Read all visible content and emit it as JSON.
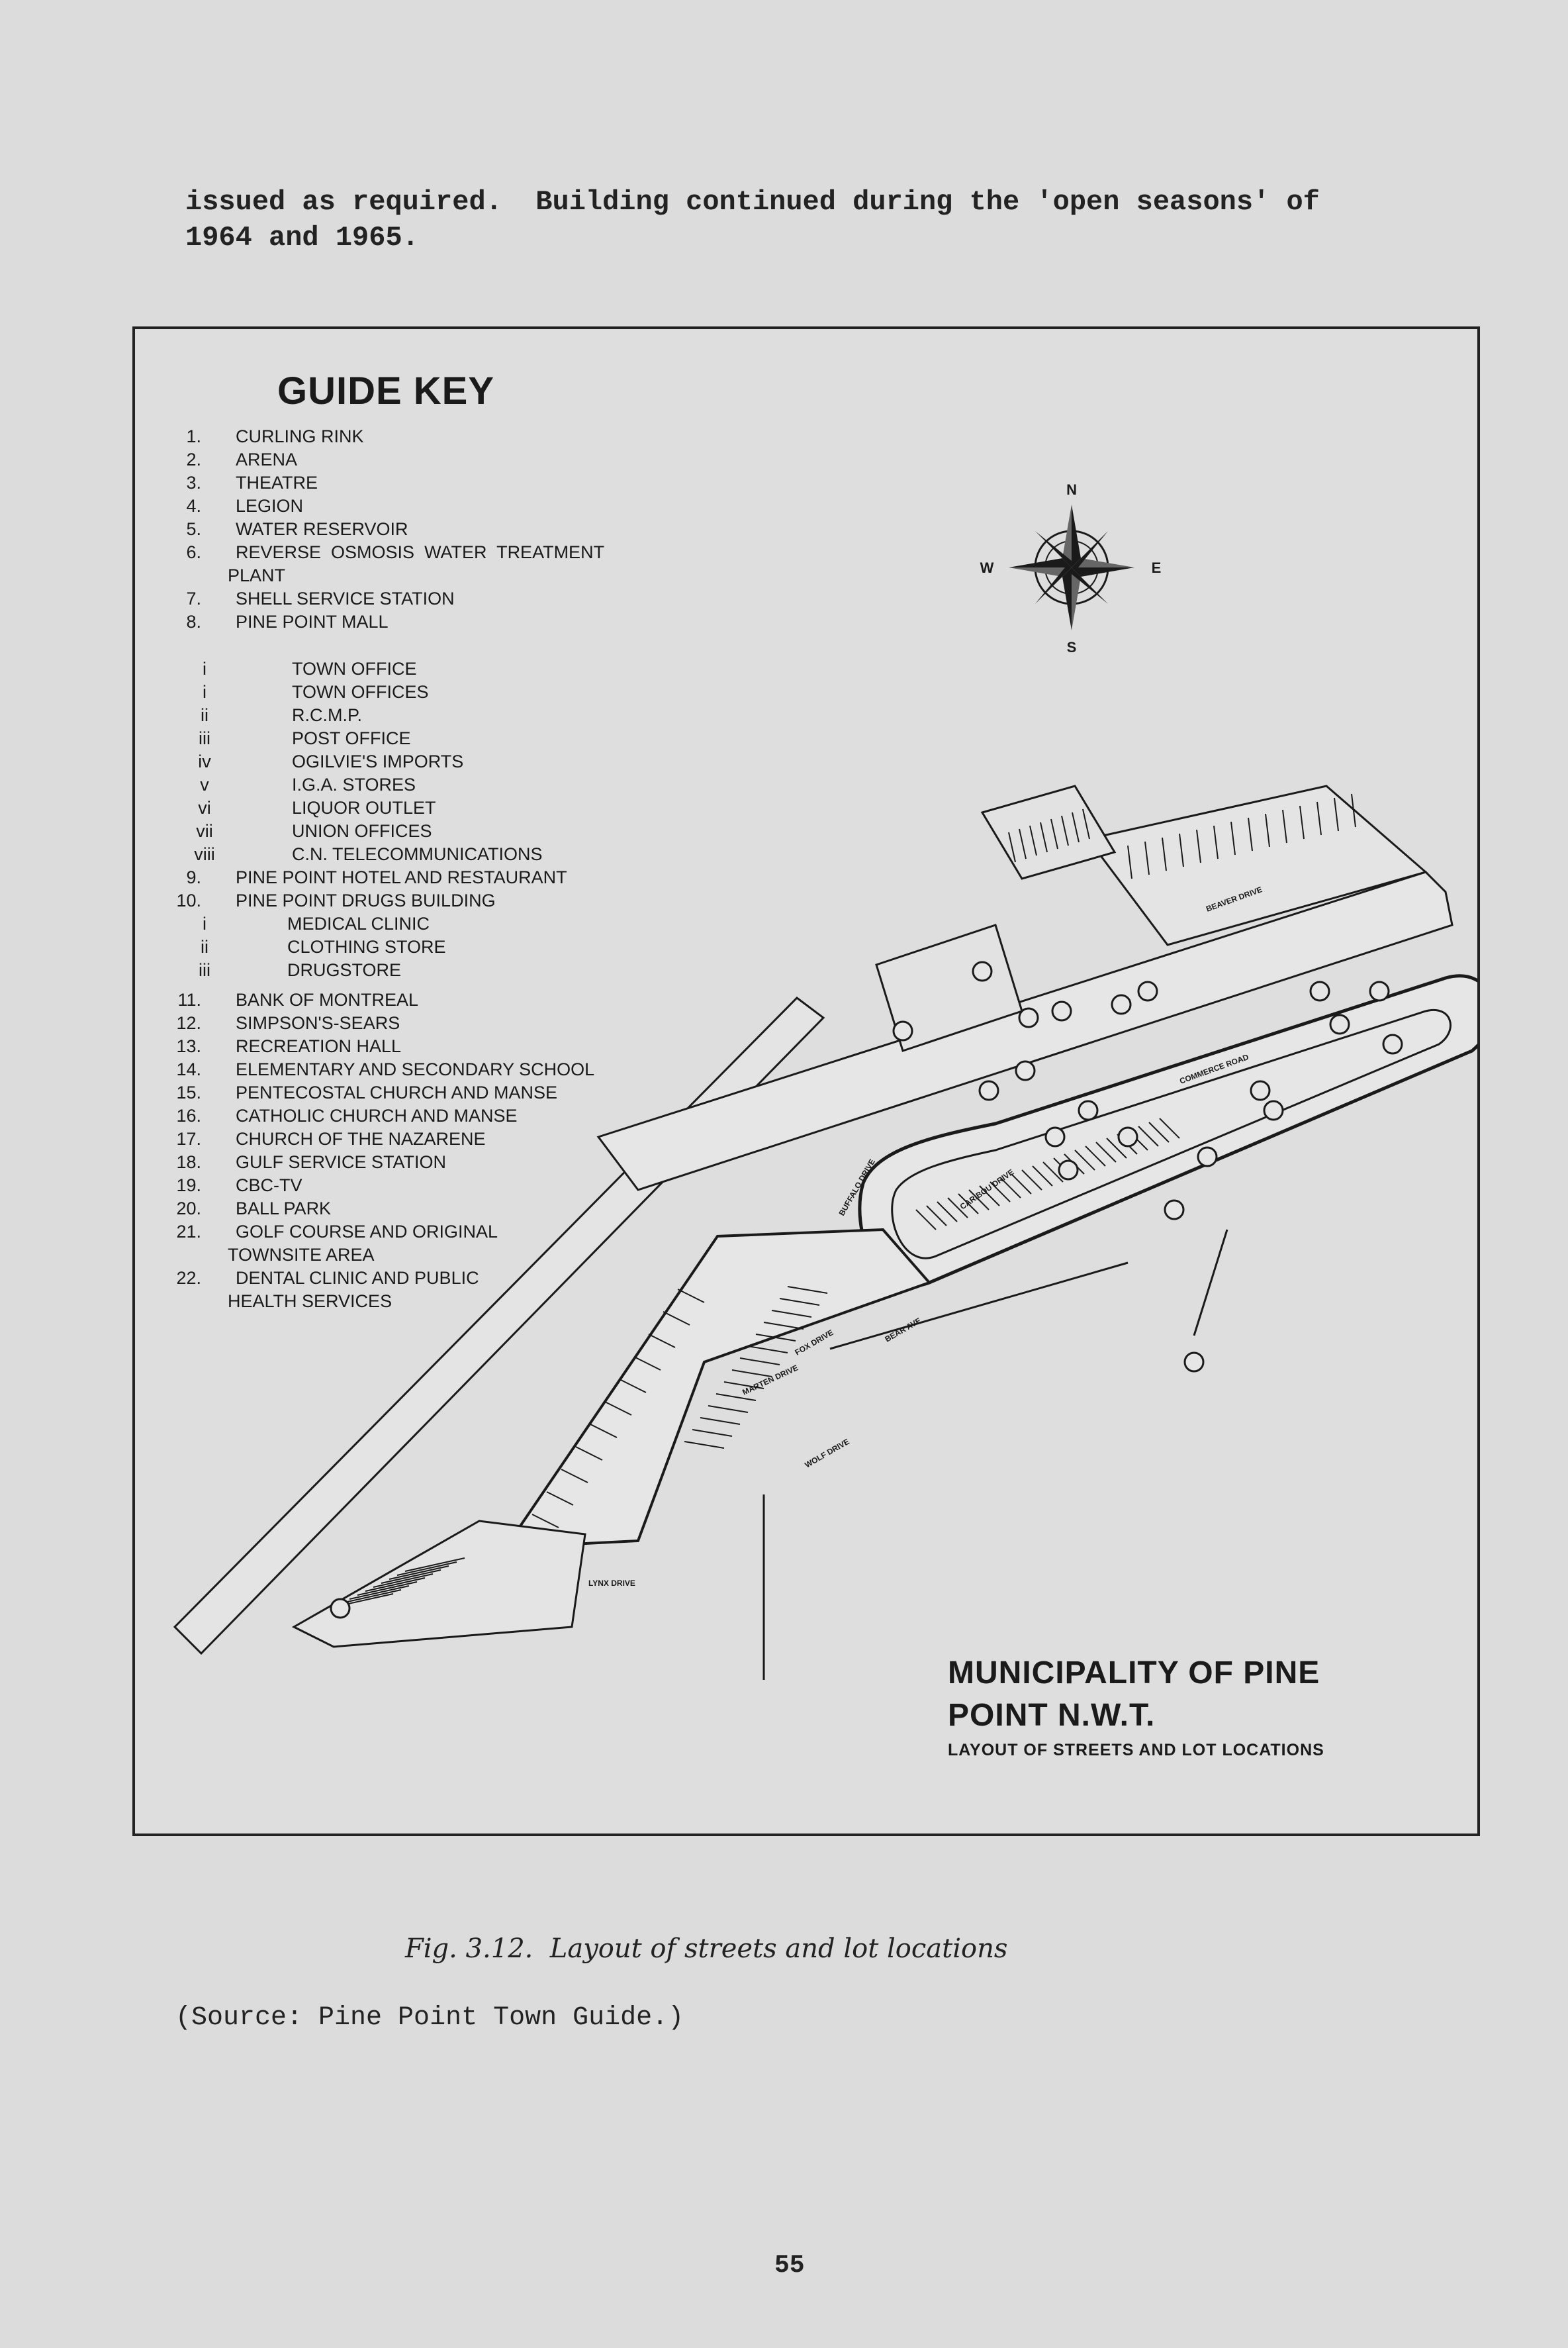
{
  "intro": {
    "line1": "issued as required.  Building continued during the 'open seasons' of",
    "line2": "1964 and 1965."
  },
  "guide_key": {
    "title": "GUIDE KEY",
    "items": [
      {
        "num": "1.",
        "label": "CURLING RINK"
      },
      {
        "num": "2.",
        "label": "ARENA"
      },
      {
        "num": "3.",
        "label": "THEATRE"
      },
      {
        "num": "4.",
        "label": "LEGION"
      },
      {
        "num": "5.",
        "label": "WATER RESERVOIR"
      },
      {
        "num": "6.",
        "label": "REVERSE  OSMOSIS  WATER  TREATMENT"
      },
      {
        "num": "",
        "label": "PLANT"
      },
      {
        "num": "7.",
        "label": "SHELL SERVICE STATION"
      },
      {
        "num": "8.",
        "label": "PINE POINT MALL"
      }
    ],
    "mall_items": [
      {
        "num": "i",
        "label": "TOWN OFFICE"
      },
      {
        "num": "i",
        "label": "TOWN OFFICES"
      },
      {
        "num": "ii",
        "label": "R.C.M.P."
      },
      {
        "num": "iii",
        "label": "POST OFFICE"
      },
      {
        "num": "iv",
        "label": "OGILVIE'S IMPORTS"
      },
      {
        "num": "v",
        "label": "I.G.A. STORES"
      },
      {
        "num": "vi",
        "label": "LIQUOR OUTLET"
      },
      {
        "num": "vii",
        "label": "UNION OFFICES"
      },
      {
        "num": "viii",
        "label": "C.N. TELECOMMUNICATIONS"
      }
    ],
    "items_b": [
      {
        "num": "9.",
        "label": "PINE POINT HOTEL AND RESTAURANT"
      },
      {
        "num": "10.",
        "label": "PINE POINT DRUGS BUILDING"
      }
    ],
    "drug_items": [
      {
        "num": "i",
        "label": "MEDICAL CLINIC"
      },
      {
        "num": "ii",
        "label": "CLOTHING STORE"
      },
      {
        "num": "iii",
        "label": "DRUGSTORE"
      }
    ],
    "items_c": [
      {
        "num": "11.",
        "label": "BANK OF MONTREAL"
      },
      {
        "num": "12.",
        "label": "SIMPSON'S-SEARS"
      },
      {
        "num": "13.",
        "label": "RECREATION HALL"
      },
      {
        "num": "14.",
        "label": "ELEMENTARY AND SECONDARY SCHOOL"
      },
      {
        "num": "15.",
        "label": "PENTECOSTAL CHURCH AND MANSE"
      },
      {
        "num": "16.",
        "label": "CATHOLIC CHURCH AND MANSE"
      },
      {
        "num": "17.",
        "label": "CHURCH OF THE NAZARENE"
      },
      {
        "num": "18.",
        "label": "GULF SERVICE STATION"
      },
      {
        "num": "19.",
        "label": "CBC-TV"
      },
      {
        "num": "20.",
        "label": "BALL PARK"
      },
      {
        "num": "21.",
        "label": "GOLF COURSE AND ORIGINAL"
      },
      {
        "num": "",
        "label": "TOWNSITE AREA"
      },
      {
        "num": "22.",
        "label": "DENTAL CLINIC AND PUBLIC"
      },
      {
        "num": "",
        "label": "HEALTH SERVICES"
      }
    ]
  },
  "compass": {
    "n": "N",
    "s": "S",
    "e": "E",
    "w": "W"
  },
  "map_labels": {
    "buffalo": "BUFFALO DRIVE",
    "caribou": "CARIBOU DRIVE",
    "fox": "FOX DRIVE",
    "wolf": "WOLF DRIVE",
    "lynx": "LYNX DRIVE",
    "marten": "MARTEN DRIVE",
    "bear": "BEAR AVE",
    "commerce": "COMMERCE ROAD",
    "beaver": "BEAVER DRIVE"
  },
  "municipality": {
    "line1": "MUNICIPALITY OF PINE",
    "line2": "POINT N.W.T.",
    "line3": "LAYOUT OF STREETS AND LOT LOCATIONS"
  },
  "caption": "Fig. 3.12.  Layout of streets and lot locations",
  "source": "(Source: Pine Point Town Guide.)",
  "page_number": "55"
}
